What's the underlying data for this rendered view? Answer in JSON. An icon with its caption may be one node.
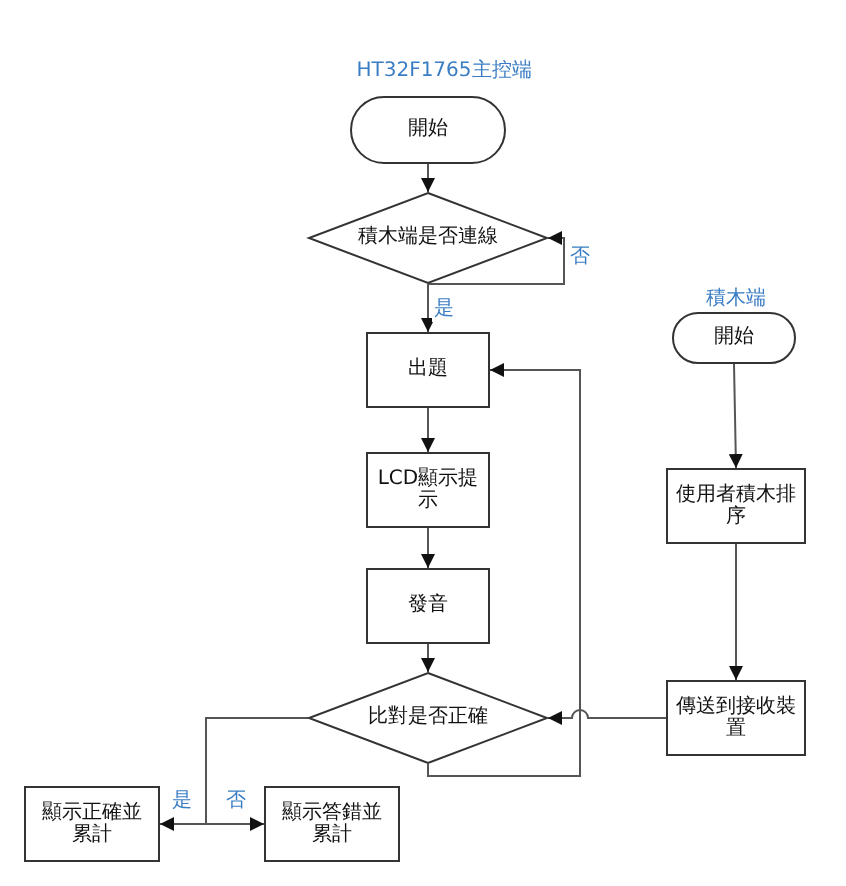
{
  "diagram": {
    "title": "HT32F1765主控端",
    "nodes": [
      {
        "text": [
          "開始"
        ]
      },
      {
        "text": [
          "積木端是否連線"
        ]
      },
      {
        "text": [
          "出題"
        ]
      },
      {
        "text": [
          "LCD顯示提示"
        ]
      },
      {
        "text": [
          "發音"
        ]
      },
      {
        "text": [
          "比對是否正確"
        ]
      },
      {
        "text": [
          "顯示正確並累計"
        ]
      },
      {
        "text": [
          "顯示答錯並累計"
        ]
      },
      {
        "text": [
          "開始"
        ]
      },
      {
        "text": [
          "使用者積木排序"
        ]
      },
      {
        "text": [
          "傳送到接收裝置"
        ]
      }
    ],
    "edges": [
      {
        "from": 0,
        "to": 1,
        "arrow": "to"
      },
      {
        "from": 1,
        "to": 1,
        "arrow": "to",
        "label": "否"
      },
      {
        "from": 1,
        "to": 2,
        "arrow": "to",
        "label": "是"
      },
      {
        "from": 2,
        "to": 3,
        "arrow": "to"
      },
      {
        "from": 3,
        "to": 4,
        "arrow": "to"
      },
      {
        "from": 4,
        "to": 5,
        "arrow": "to"
      },
      {
        "from": 5,
        "to": 2,
        "arrow": "to"
      },
      {
        "from": 5,
        "to": 6,
        "arrow": "to",
        "label": "是"
      },
      {
        "from": 5,
        "to": 7,
        "arrow": "to",
        "label": "否"
      },
      {
        "from": 8,
        "to": 9,
        "arrow": "to"
      },
      {
        "from": 9,
        "to": 10,
        "arrow": "to"
      },
      {
        "from": 10,
        "to": 5,
        "arrow": "to"
      }
    ],
    "labels": [
      "積木端"
    ]
  }
}
